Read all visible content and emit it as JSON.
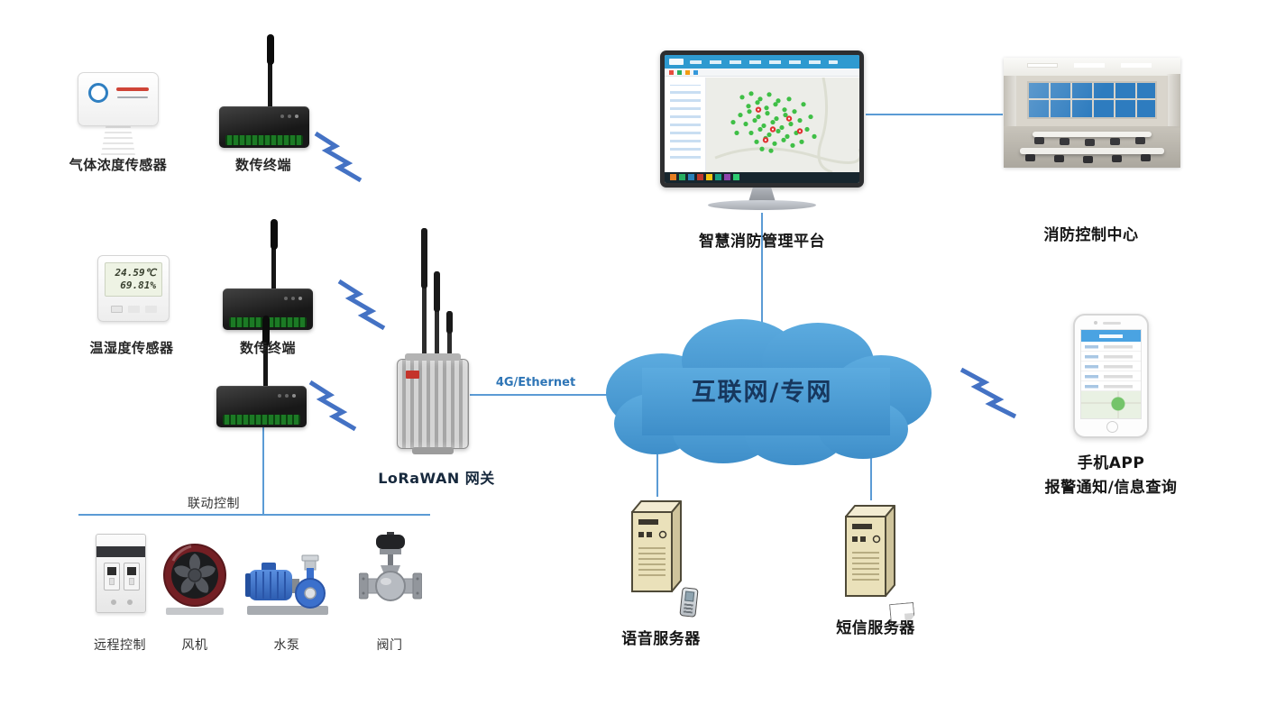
{
  "diagram": {
    "devices": {
      "gas_sensor": {
        "label": "气体浓度传感器"
      },
      "dtu_top": {
        "label": "数传终端"
      },
      "temp_humidity_sensor": {
        "label": "温湿度传感器",
        "lcd_line1": "24.59℃",
        "lcd_line2": "69.81%"
      },
      "dtu_middle": {
        "label": "数传终端"
      },
      "gateway": {
        "label": "LoRaWAN 网关"
      },
      "platform": {
        "label": "智慧消防管理平台"
      },
      "control_center": {
        "label": "消防控制中心"
      },
      "cloud": {
        "label": "互联网/专网"
      },
      "voice_server": {
        "label": "语音服务器"
      },
      "sms_server": {
        "label": "短信服务器"
      },
      "mobile_app": {
        "label_line1": "手机APP",
        "label_line2": "报警通知/信息查询"
      }
    },
    "linkage": {
      "label": "联动控制",
      "devices": {
        "remote_control": {
          "label": "远程控制"
        },
        "fan": {
          "label": "风机"
        },
        "water_pump": {
          "label": "水泵"
        },
        "valve": {
          "label": "阀门"
        }
      }
    },
    "connections": {
      "gateway_to_cloud_label": "4G/Ethernet"
    },
    "colors": {
      "connector_line": "#5b9bd5",
      "wireless_bolt": "#4472c4",
      "cloud_fill": "#4f9fd8",
      "cloud_text": "#17375e",
      "link_label_text": "#2e75b6"
    }
  }
}
